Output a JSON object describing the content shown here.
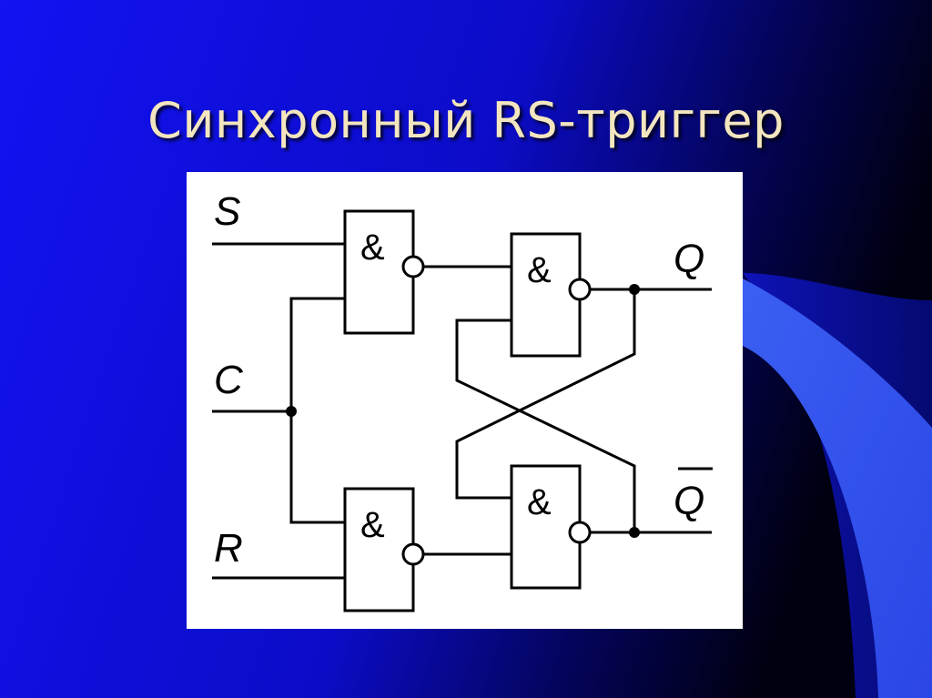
{
  "slide": {
    "title": "Синхронный RS-триггер"
  },
  "colors": {
    "background_top": "#0f10ee",
    "background_dark": "#000020",
    "accent_swoosh": "#3a5cf0",
    "title_text": "#f3e6bf",
    "panel": "#ffffff"
  },
  "circuit": {
    "inputs": {
      "s": "S",
      "c": "C",
      "r": "R"
    },
    "outputs": {
      "q": "Q",
      "q_bar": "Q"
    },
    "gates": {
      "g1": {
        "symbol": "&",
        "function": "NAND",
        "inputs": [
          "S",
          "C"
        ]
      },
      "g2": {
        "symbol": "&",
        "function": "NAND",
        "inputs": [
          "g1",
          "Q̄"
        ]
      },
      "g3": {
        "symbol": "&",
        "function": "NAND",
        "inputs": [
          "C",
          "R"
        ]
      },
      "g4": {
        "symbol": "&",
        "function": "NAND",
        "inputs": [
          "Q",
          "g3"
        ]
      }
    }
  }
}
